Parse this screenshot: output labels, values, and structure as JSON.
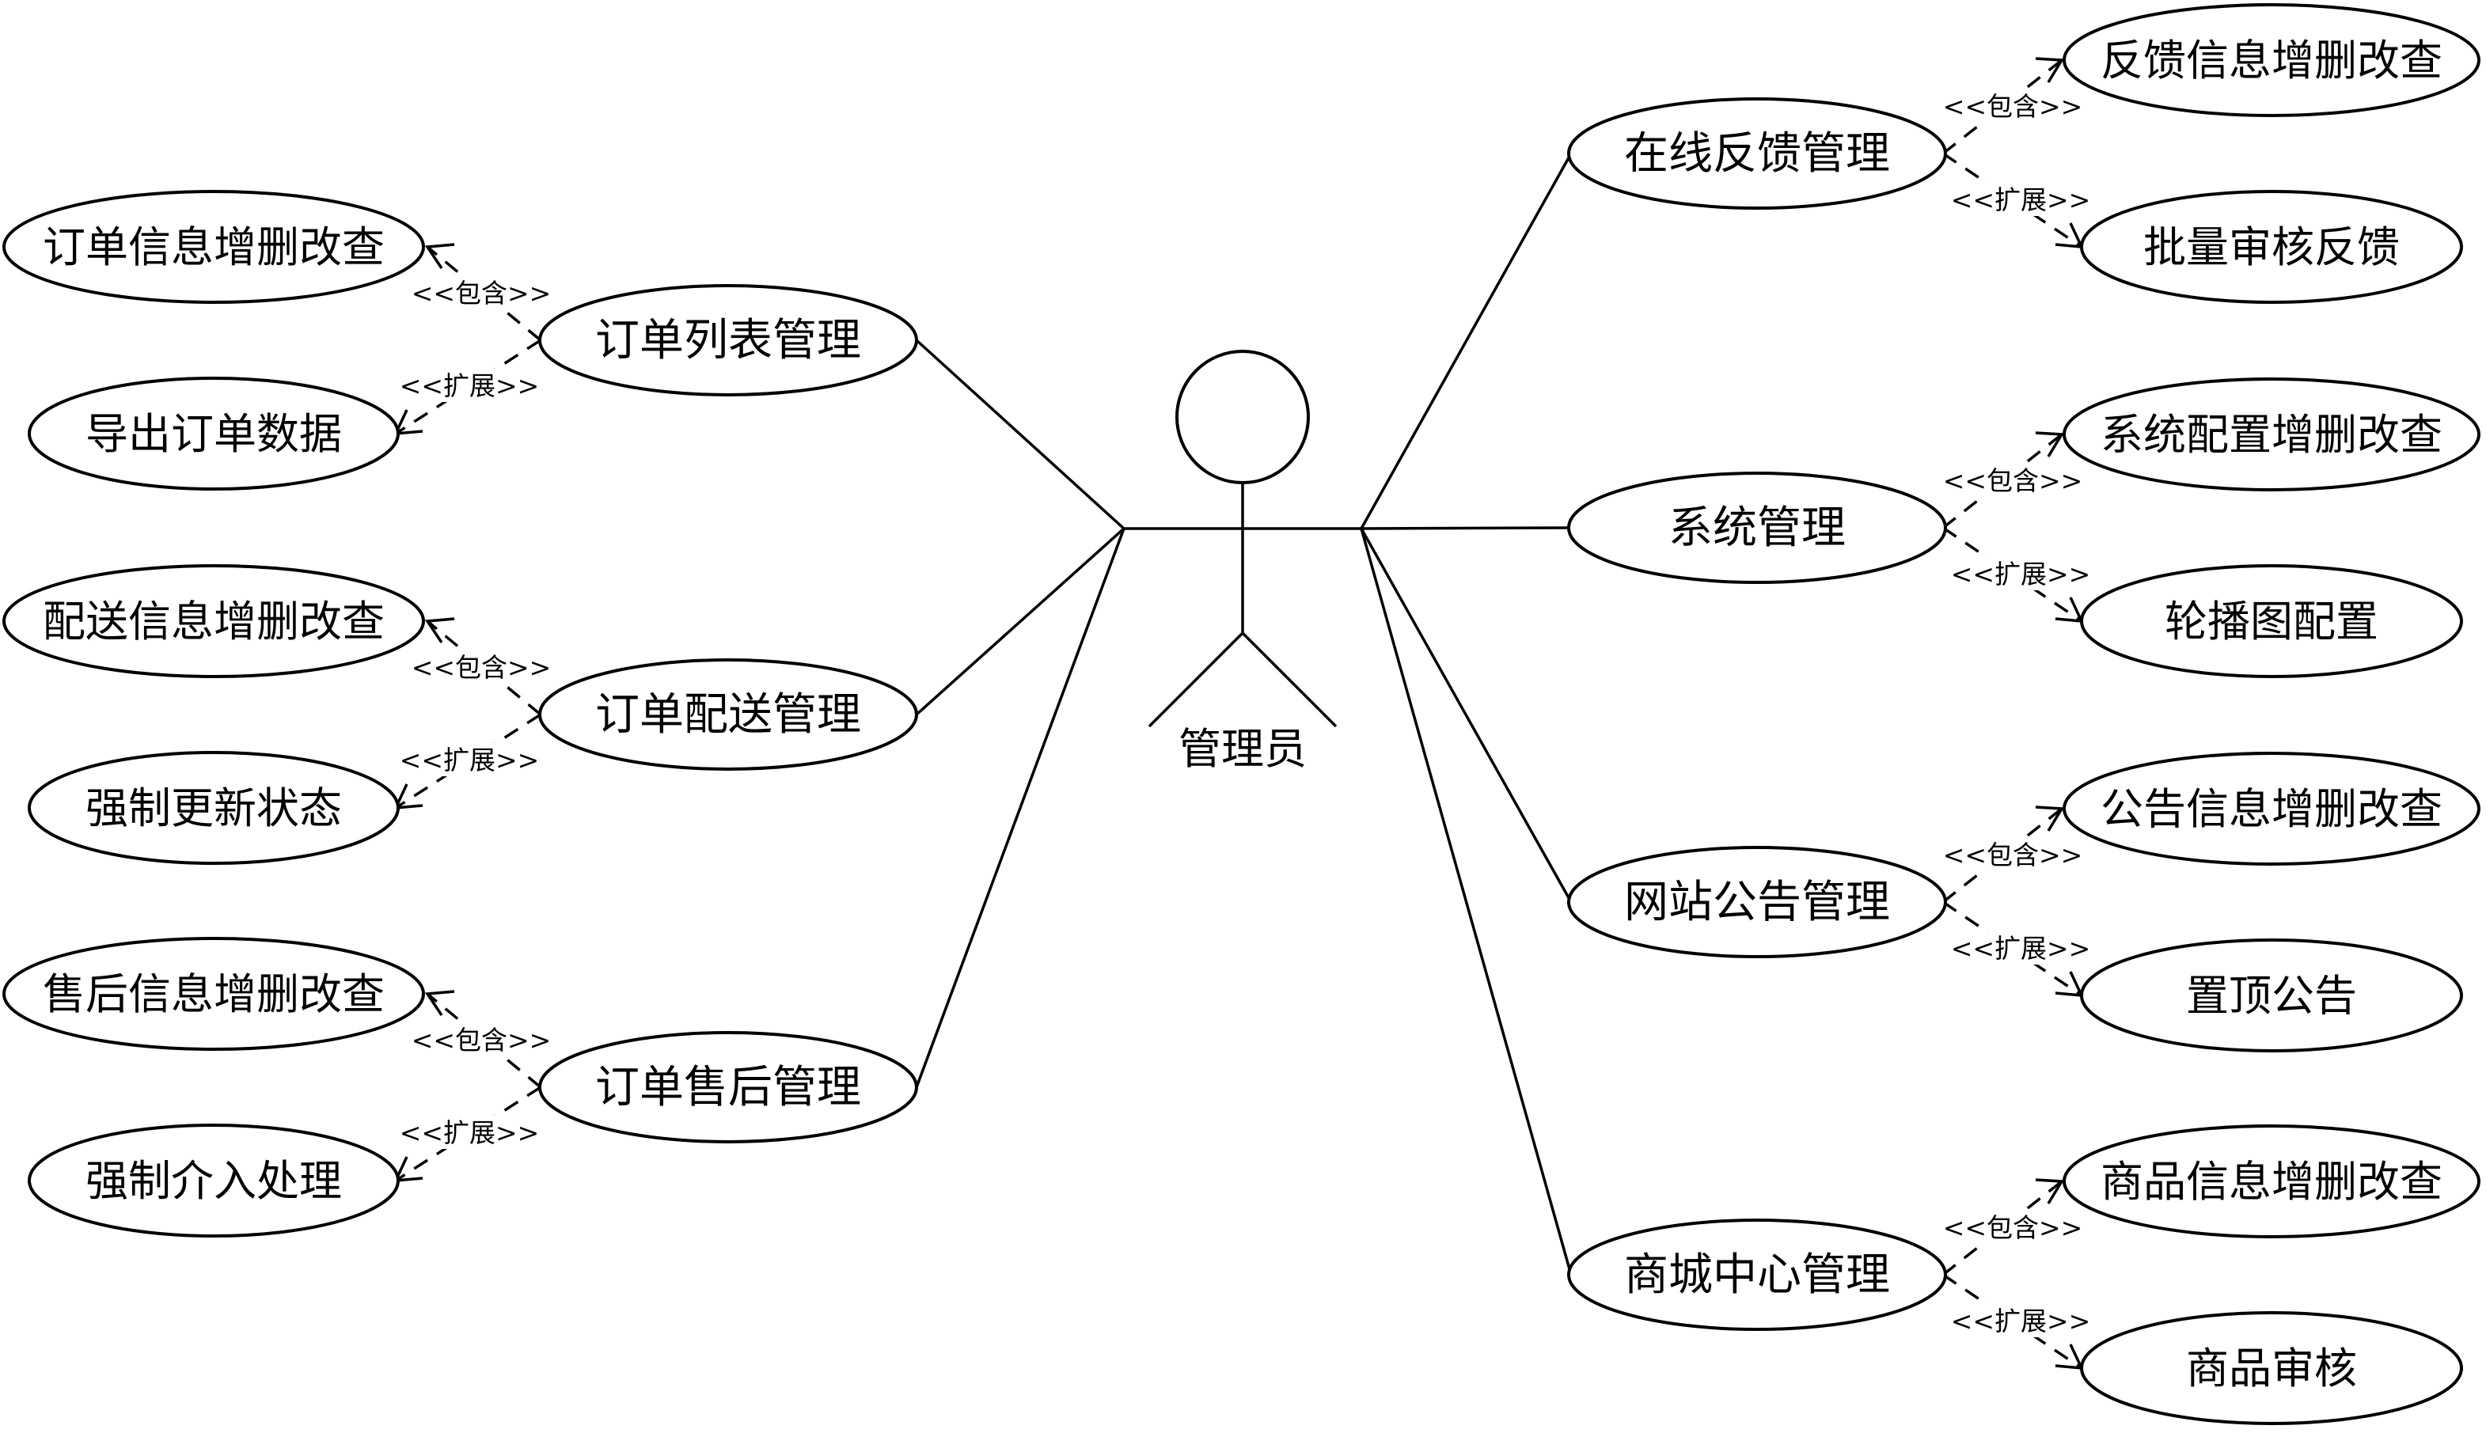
{
  "actor": {
    "label": "管理员"
  },
  "stereotypes": {
    "include": "<<包含>>",
    "extend": "<<扩展>>"
  },
  "left_groups": [
    {
      "main": "订单列表管理",
      "include": "订单信息增删改查",
      "extend": "导出订单数据"
    },
    {
      "main": "订单配送管理",
      "include": "配送信息增删改查",
      "extend": "强制更新状态"
    },
    {
      "main": "订单售后管理",
      "include": "售后信息增删改查",
      "extend": "强制介入处理"
    }
  ],
  "right_groups": [
    {
      "main": "在线反馈管理",
      "include": "反馈信息增删改查",
      "extend": "批量审核反馈"
    },
    {
      "main": "系统管理",
      "include": "系统配置增删改查",
      "extend": "轮播图配置"
    },
    {
      "main": "网站公告管理",
      "include": "公告信息增删改查",
      "extend": "置顶公告"
    },
    {
      "main": "商城中心管理",
      "include": "商品信息增删改查",
      "extend": "商品审核"
    }
  ]
}
